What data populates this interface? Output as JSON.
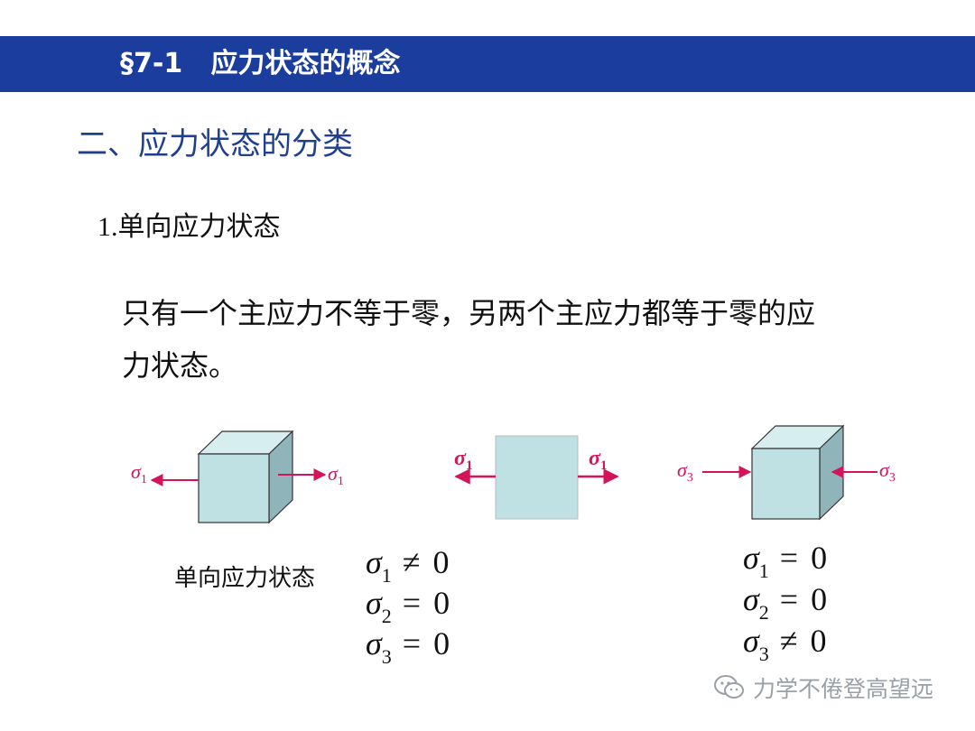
{
  "header": {
    "section_number": "§7-1",
    "title": "应力状态的概念"
  },
  "section": {
    "heading": "二、应力状态的分类"
  },
  "item": {
    "number": "1.",
    "title": "单向应力状态"
  },
  "definition": {
    "line1": "只有一个主应力不等于零，另两个主应力都等于零的应",
    "line2": "力状态。"
  },
  "figure": {
    "caption": "单向应力状态",
    "cube_left_labels": {
      "left": "σ1",
      "right": "σ1"
    },
    "square_labels": {
      "left": "σ1",
      "right": "σ1"
    },
    "cube_right_labels": {
      "left": "σ3",
      "right": "σ3"
    },
    "equations_left": [
      {
        "symbol": "σ",
        "sub": "1",
        "op": "≠",
        "value": "0"
      },
      {
        "symbol": "σ",
        "sub": "2",
        "op": "=",
        "value": "0"
      },
      {
        "symbol": "σ",
        "sub": "3",
        "op": "=",
        "value": "0"
      }
    ],
    "equations_right": [
      {
        "symbol": "σ",
        "sub": "1",
        "op": "=",
        "value": "0"
      },
      {
        "symbol": "σ",
        "sub": "2",
        "op": "=",
        "value": "0"
      },
      {
        "symbol": "σ",
        "sub": "3",
        "op": "≠",
        "value": "0"
      }
    ]
  },
  "watermark": {
    "text": "力学不倦登高望远",
    "icon": "wechat-icon"
  },
  "colors": {
    "header_bg": "#1a3d9e",
    "heading_text": "#1f3f8f",
    "arrow": "#d4145a",
    "cube_front": "#bfe1e4",
    "cube_top": "#d6eef0",
    "cube_side": "#8fb5ba"
  }
}
